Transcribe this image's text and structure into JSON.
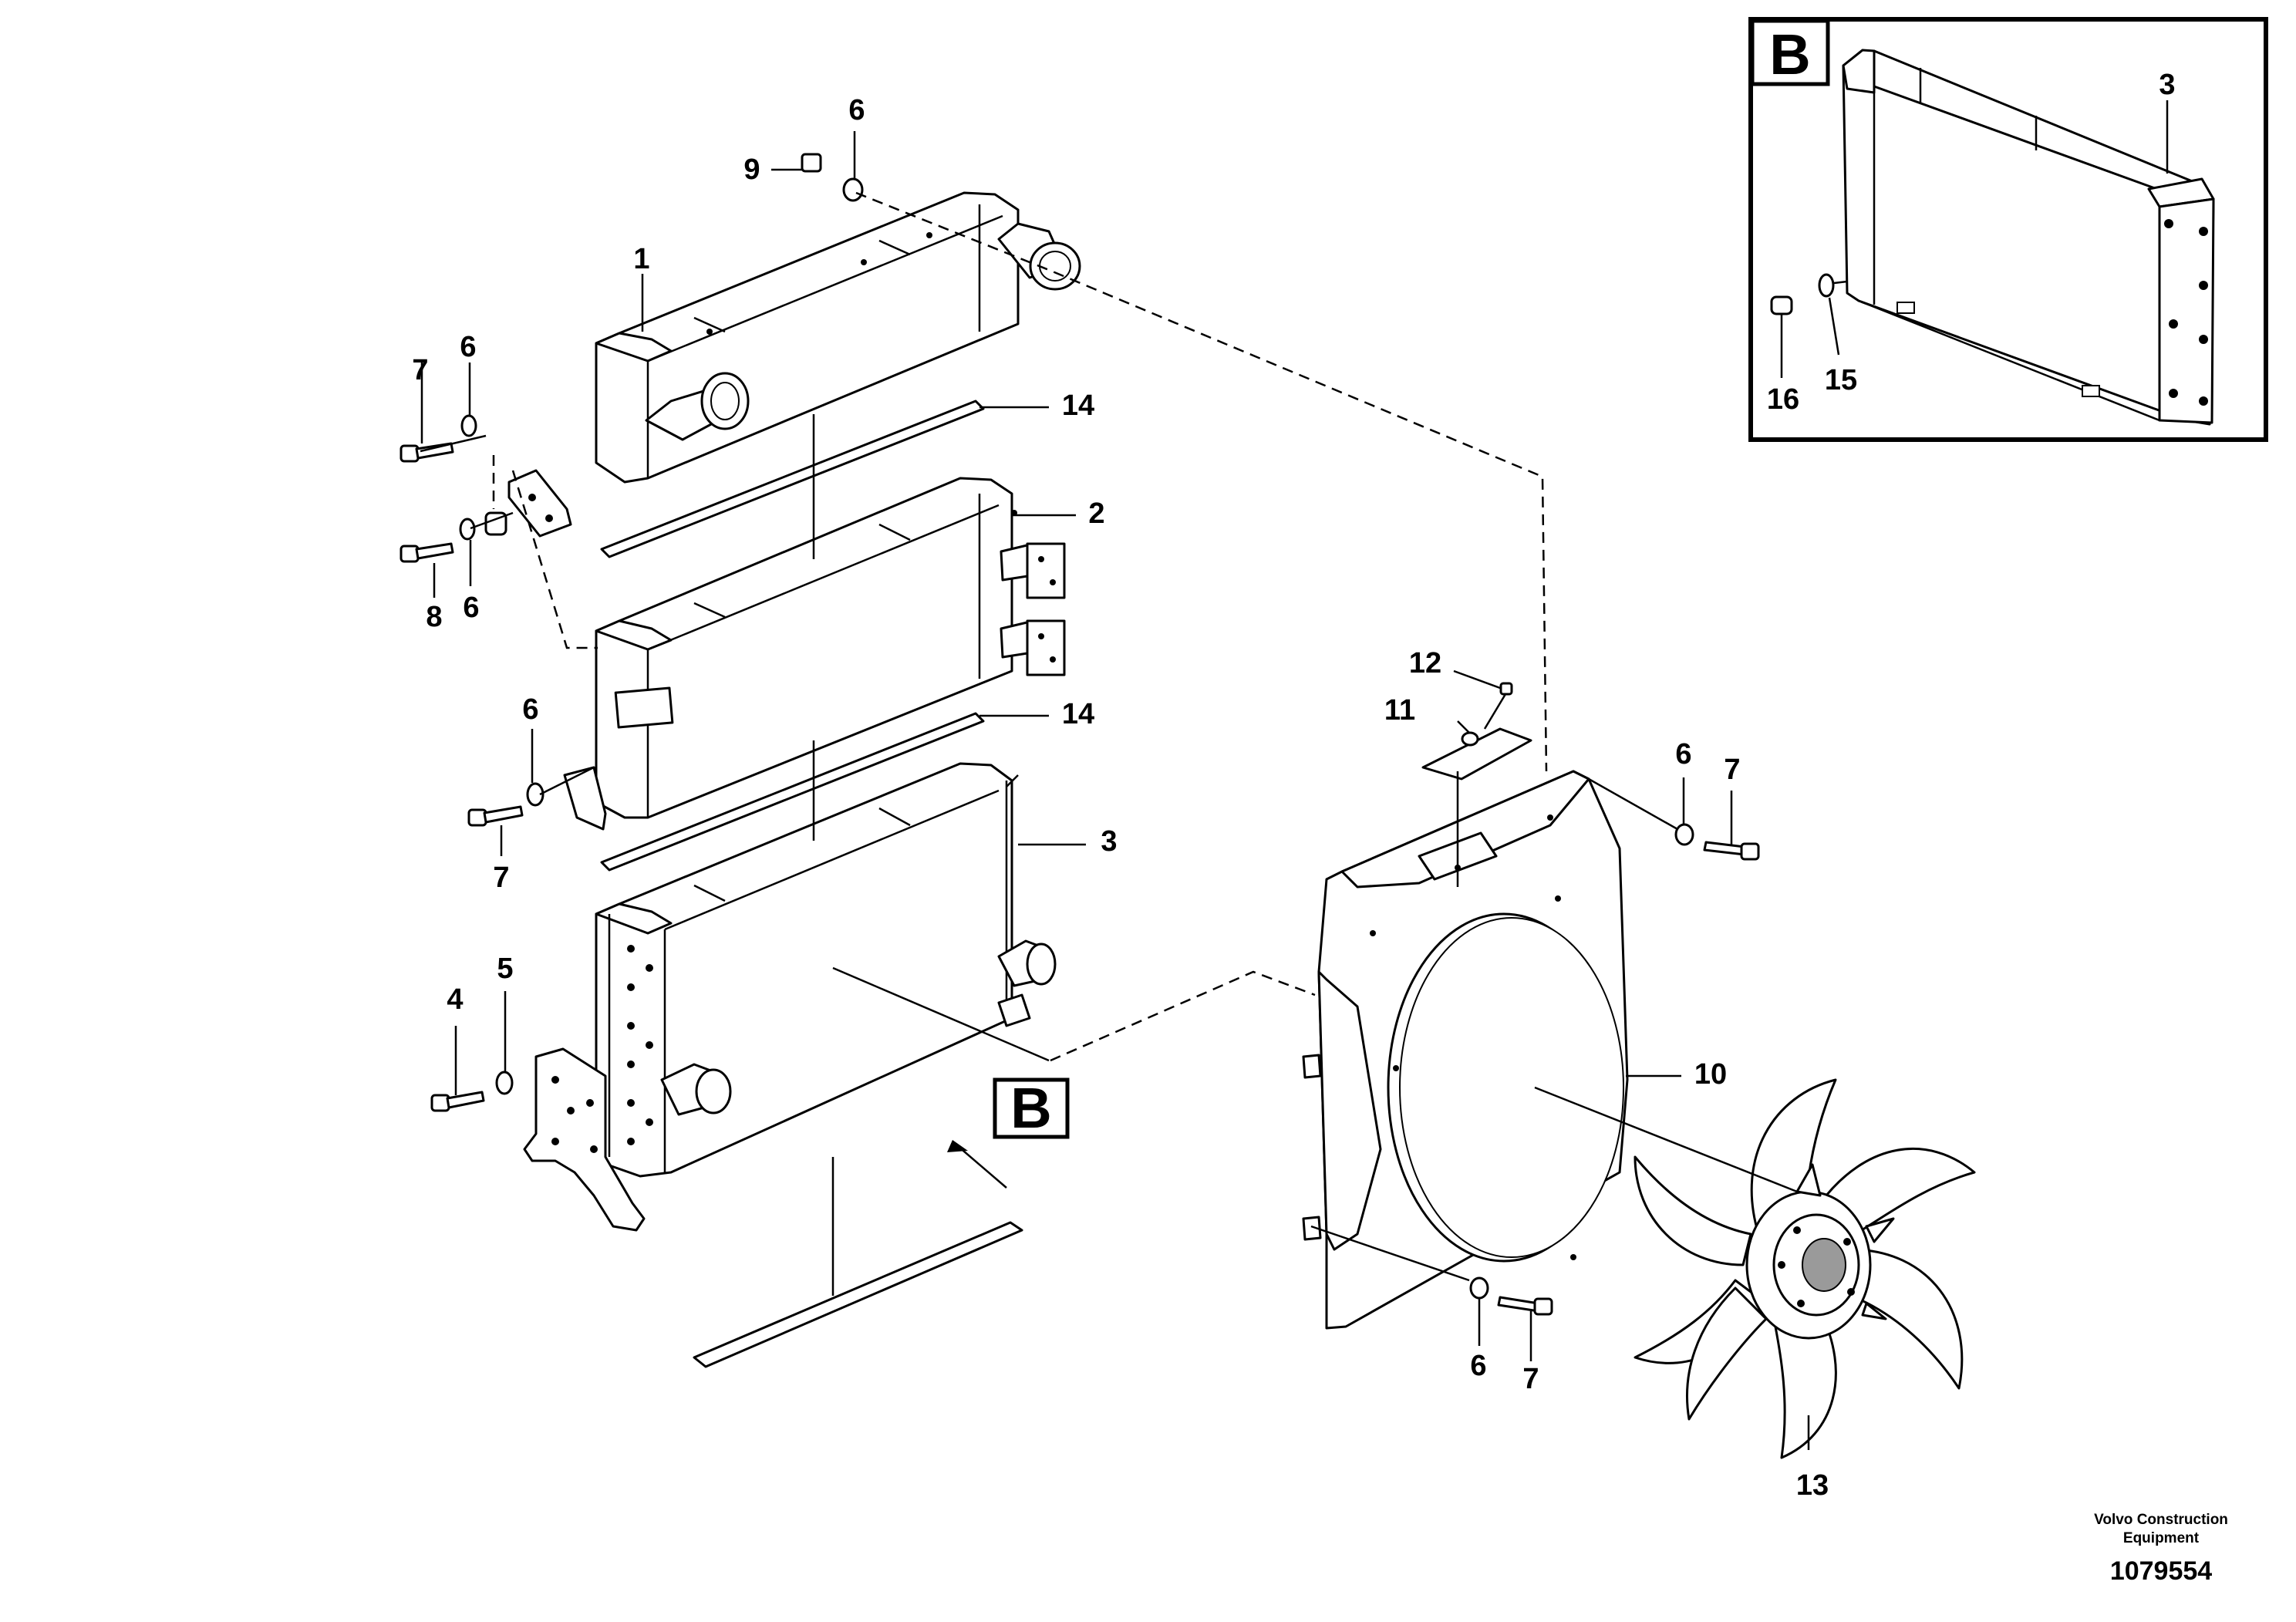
{
  "callouts": {
    "c1": "1",
    "c2": "2",
    "c3": "3",
    "c3b": "3",
    "c4": "4",
    "c5": "5",
    "c6a": "6",
    "c6b": "6",
    "c6c": "6",
    "c6d": "6",
    "c6e": "6",
    "c6f": "6",
    "c7a": "7",
    "c7b": "7",
    "c7c": "7",
    "c7d": "7",
    "c8": "8",
    "c9": "9",
    "c10": "10",
    "c11": "11",
    "c12": "12",
    "c13": "13",
    "c14a": "14",
    "c14b": "14",
    "c15": "15",
    "c16": "16"
  },
  "detail_label": "B",
  "detail_ref_label": "B",
  "footer": {
    "company_line1": "Volvo Construction",
    "company_line2": "Equipment",
    "drawing_number": "1079554"
  }
}
